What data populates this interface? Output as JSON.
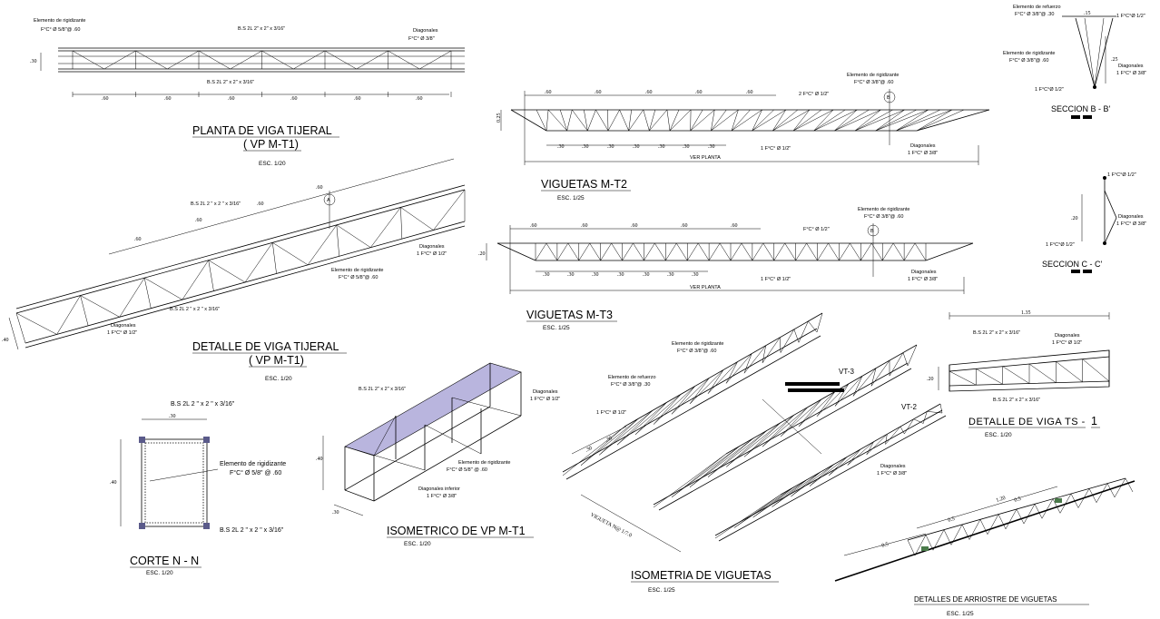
{
  "titles": {
    "planta": {
      "line1": "PLANTA DE VIGA TIJERAL",
      "line2": "( VP M-T1)",
      "scale": "ESC. 1/20"
    },
    "detalle_vp": {
      "line1": "DETALLE DE VIGA TIJERAL",
      "line2": "( VP M-T1)",
      "scale": "ESC. 1/20"
    },
    "corte": {
      "line1": "CORTE N - N",
      "scale": "ESC. 1/20"
    },
    "isometrico": {
      "line1": "ISOMETRICO  DE VP M-T1",
      "scale": "ESC. 1/20"
    },
    "viguetas_t2": {
      "line1": "VIGUETAS M-T2",
      "scale": "ESC. 1/25"
    },
    "viguetas_t3": {
      "line1": "VIGUETAS M-T3",
      "scale": "ESC. 1/25"
    },
    "isometria": {
      "line1": "ISOMETRIA DE VIGUETAS",
      "scale": "ESC. 1/25"
    },
    "seccion_b": {
      "line1": "SECCION B - B'"
    },
    "seccion_c": {
      "line1": "SECCION C - C'"
    },
    "viga_ts": {
      "line1": "DETALLE DE VIGA TS -",
      "num": "1",
      "scale": "ESC. 1/20"
    },
    "arriostre": {
      "line1": "DETALLES DE ARRIOSTRE DE VIGUETAS",
      "scale": "ESC. 1/25"
    }
  },
  "labels": {
    "elem_rig": "Elemento de rigidizante",
    "elem_rig_58": "F°C° Ø 5/8\"@ .60",
    "elem_rig_58b": "F°C° Ø 5/8\" @ .60",
    "elem_rig_38": "F°C° Ø 3/8\"@ .60",
    "bs": "B.S 2L 2\" x 2\" x 3/16\"",
    "bs_sp": "B.S 2L 2 \" x 2 \" x 3/16\"",
    "diag": "Diagonales",
    "diag_38": "F°C° Ø 3/8\"",
    "diag_12": "1 F°C° Ø 1/2\"",
    "diag_38_1": "1 F°C° Ø 3/8\"",
    "diag_inf": "Diagonales inferior",
    "fc12": "1 F°C° Ø 1/2\"",
    "fc12b": "2 F°C° Ø 1/2\"",
    "fc12c": "F°C° Ø 1/2\"",
    "fc12d": "1 F°C°Ø 1/2\"",
    "elem_ref": "Elemento de refuerzo",
    "elem_ref_38": "F°C° Ø 3/8\"@ .30",
    "ver_planta": "VER PLANTA",
    "vt3": "VT-3",
    "vt2": "VT-2",
    "vigueta_len": "VIGUETA N@ 1/7.0",
    "dim_60": ".60",
    "dim_30": ".30",
    "dim_40": ".40",
    "dim_25": "0.25",
    "dim_20": ".20",
    "dim_15": ".15",
    "dim_25b": ".25",
    "dim_135": "1.35",
    "dim_120": "1.20",
    "dim_65": "0.5",
    "sec_a": "A",
    "sec_b": "B"
  }
}
